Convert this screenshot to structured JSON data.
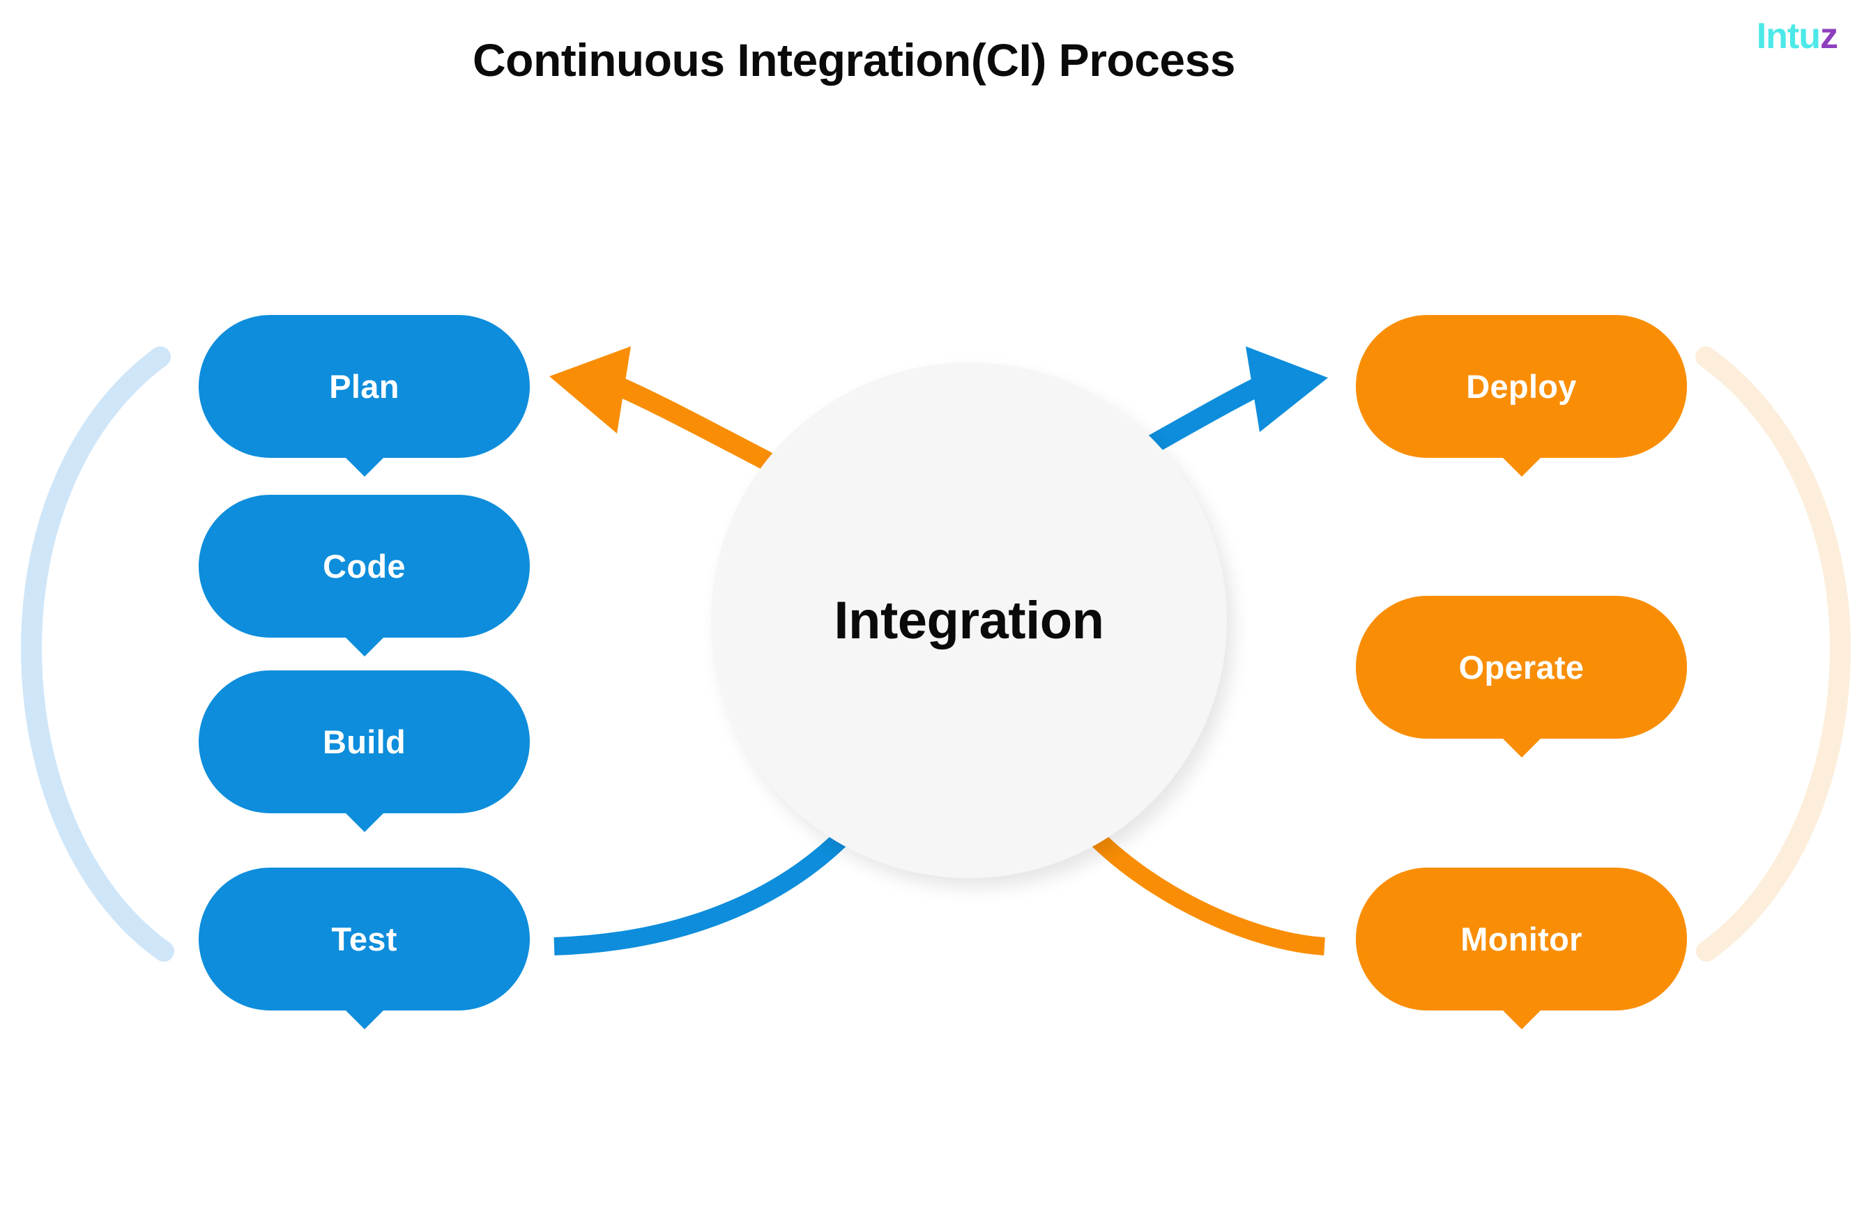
{
  "page": {
    "title": "Continuous Integration(CI) Process",
    "background_color": "#ffffff"
  },
  "logo": {
    "text_main": "Intu",
    "text_accent": "z",
    "full_text": "Intuz",
    "color_main": "#4DE8E8",
    "color_accent": "#8E3FBE"
  },
  "center": {
    "label": "Integration",
    "fill_color": "#f6f6f6",
    "text_color": "#0a0a0a"
  },
  "colors": {
    "blue": "#0d8ddb",
    "orange": "#f98e06",
    "blue_bracket": "#cfe6f9",
    "orange_bracket": "#fceedb",
    "white": "#ffffff"
  },
  "left_column": {
    "color": "#0d8ddb",
    "items": [
      {
        "label": "Plan"
      },
      {
        "label": "Code"
      },
      {
        "label": "Build"
      },
      {
        "label": "Test"
      }
    ]
  },
  "right_column": {
    "color": "#f98e06",
    "items": [
      {
        "label": "Deploy"
      },
      {
        "label": "Operate"
      },
      {
        "label": "Monitor"
      }
    ]
  },
  "connectors": {
    "arrow_to_plan": {
      "color": "#f98e06",
      "direction": "left",
      "from": "center-circle",
      "to": "plan-node"
    },
    "arrow_to_deploy": {
      "color": "#0d8ddb",
      "direction": "right",
      "from": "center-circle",
      "to": "deploy-node"
    },
    "curve_from_test": {
      "color": "#0d8ddb",
      "from": "test-node",
      "to": "center-circle"
    },
    "curve_to_monitor": {
      "color": "#f98e06",
      "from": "center-circle",
      "to": "monitor-node"
    },
    "bracket_left": {
      "color": "#cfe6f9",
      "shape": "open-paren"
    },
    "bracket_right": {
      "color": "#fceedb",
      "shape": "close-paren"
    }
  }
}
